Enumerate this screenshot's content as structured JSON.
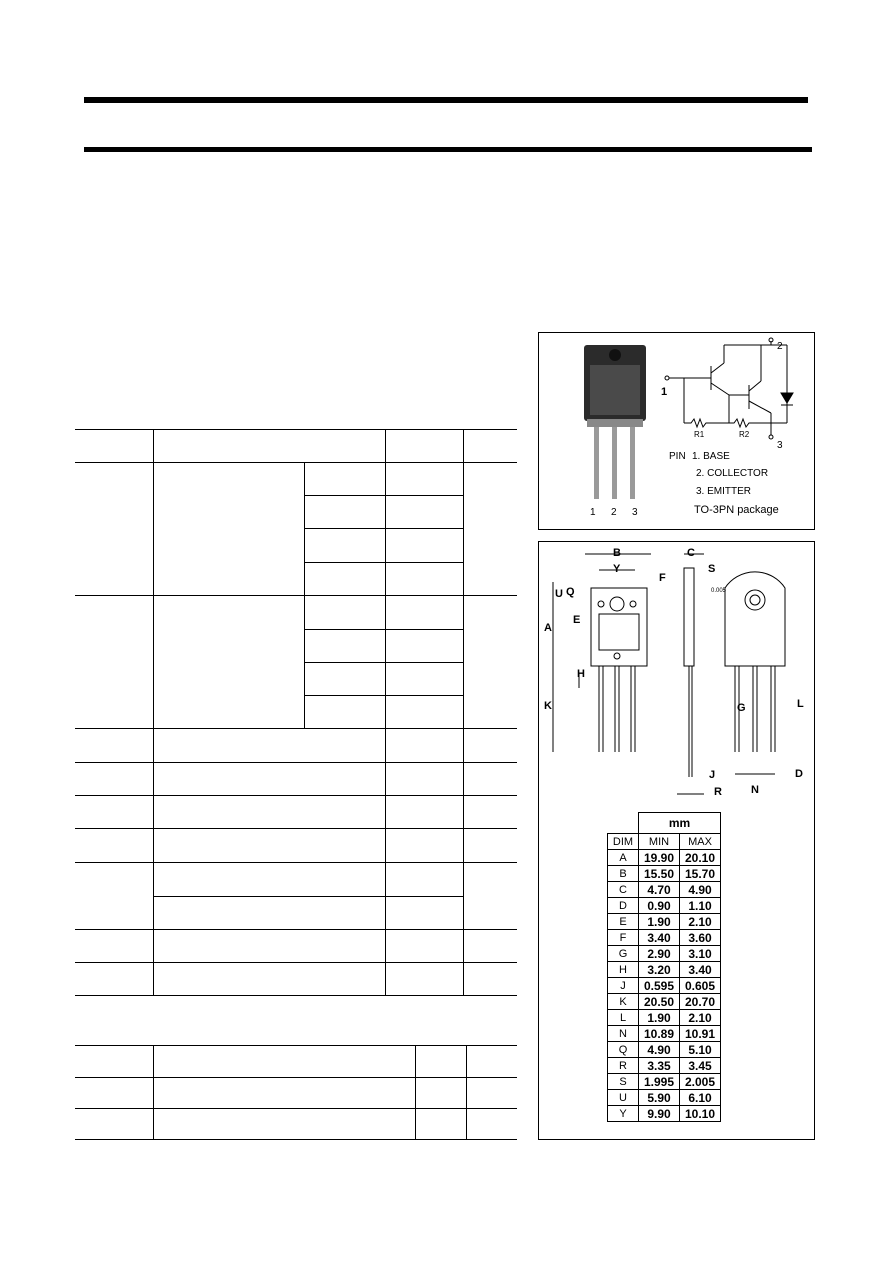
{
  "pinout": {
    "pin_numbers": [
      "1",
      "2",
      "3"
    ],
    "schematic_pin_labels": [
      "1",
      "2",
      "3"
    ],
    "resistors": [
      "R1",
      "R2"
    ],
    "pin_title": "PIN",
    "pin_1": "1. BASE",
    "pin_2": "2. COLLECTOR",
    "pin_3": "3. EMITTER",
    "package": "TO-3PN package"
  },
  "outline": {
    "dim_labels": [
      "A",
      "B",
      "C",
      "D",
      "E",
      "F",
      "G",
      "H",
      "J",
      "K",
      "L",
      "N",
      "Q",
      "R",
      "S",
      "U",
      "Y"
    ],
    "s_note": "0.005"
  },
  "dimensions": {
    "unit": "mm",
    "headers": [
      "DIM",
      "MIN",
      "MAX"
    ],
    "rows": [
      [
        "A",
        "19.90",
        "20.10"
      ],
      [
        "B",
        "15.50",
        "15.70"
      ],
      [
        "C",
        "4.70",
        "4.90"
      ],
      [
        "D",
        "0.90",
        "1.10"
      ],
      [
        "E",
        "1.90",
        "2.10"
      ],
      [
        "F",
        "3.40",
        "3.60"
      ],
      [
        "G",
        "2.90",
        "3.10"
      ],
      [
        "H",
        "3.20",
        "3.40"
      ],
      [
        "J",
        "0.595",
        "0.605"
      ],
      [
        "K",
        "20.50",
        "20.70"
      ],
      [
        "L",
        "1.90",
        "2.10"
      ],
      [
        "N",
        "10.89",
        "10.91"
      ],
      [
        "Q",
        "4.90",
        "5.10"
      ],
      [
        "R",
        "3.35",
        "3.45"
      ],
      [
        "S",
        "1.995",
        "2.005"
      ],
      [
        "U",
        "5.90",
        "6.10"
      ],
      [
        "Y",
        "9.90",
        "10.10"
      ]
    ]
  }
}
